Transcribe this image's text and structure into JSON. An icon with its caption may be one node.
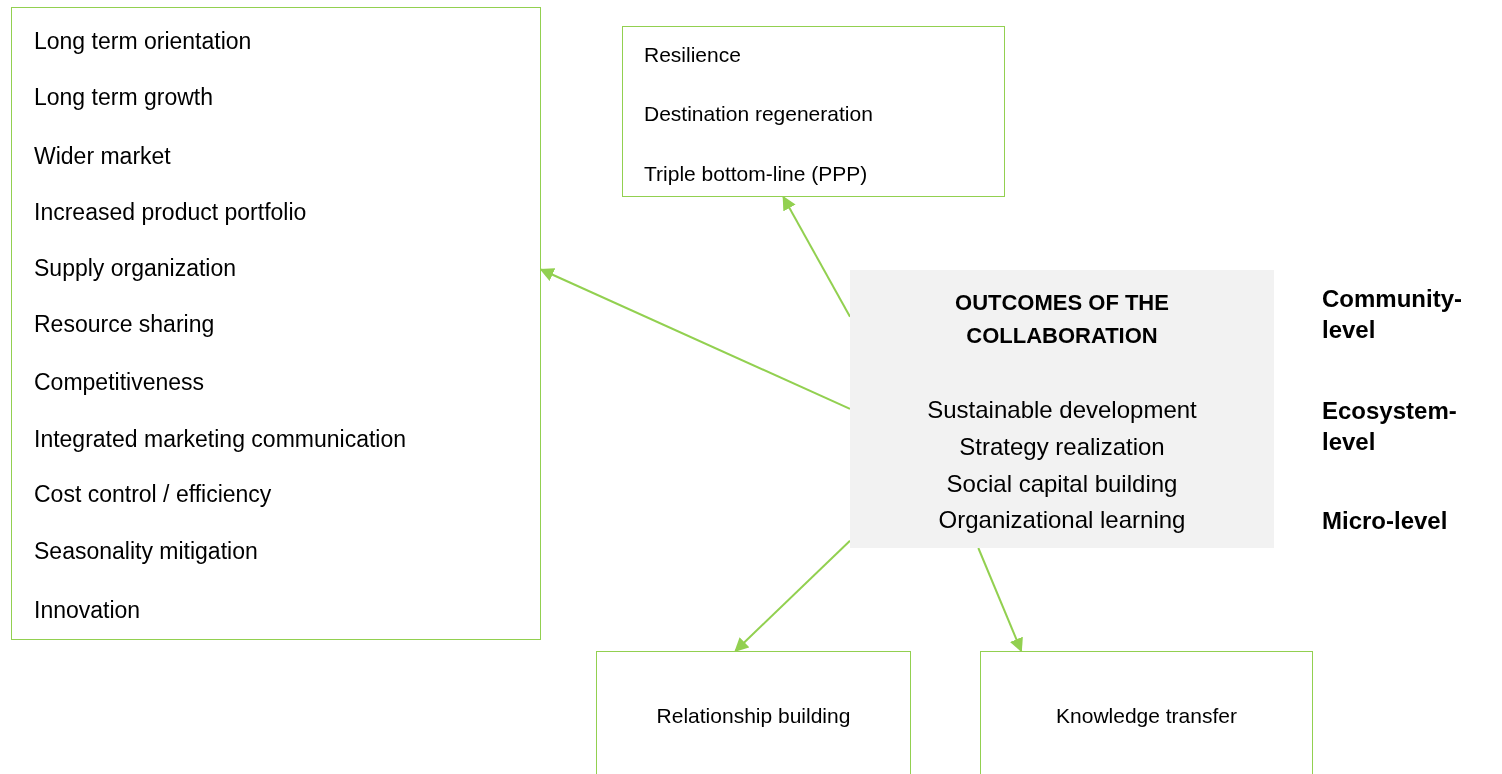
{
  "diagram": {
    "nodes": [
      {
        "text": [
          "Long term orientation",
          "Long term growth",
          "Wider market",
          "Increased product portfolio",
          "Supply organization",
          "Resource sharing",
          "Competitiveness",
          "Integrated marketing communication",
          "Cost control / efficiency",
          "Seasonality mitigation",
          "Innovation"
        ]
      },
      {
        "text": [
          "Resilience",
          "Destination regeneration",
          "Triple bottom-line (PPP)"
        ]
      },
      {
        "text": [
          "OUTCOMES OF THE COLLABORATION",
          "Sustainable development",
          "Strategy realization",
          "Social capital building",
          "Organizational learning"
        ]
      },
      {
        "text": [
          "Relationship building"
        ]
      },
      {
        "text": [
          "Knowledge transfer"
        ]
      }
    ],
    "edges": [
      {
        "from": 2,
        "to": 1,
        "arrow": "to"
      },
      {
        "from": 2,
        "to": 0,
        "arrow": "to"
      },
      {
        "from": 2,
        "to": 3,
        "arrow": "to"
      },
      {
        "from": 2,
        "to": 4,
        "arrow": "to"
      }
    ],
    "labels": [
      "Community-level",
      "Ecosystem-level",
      "Micro-level"
    ]
  }
}
